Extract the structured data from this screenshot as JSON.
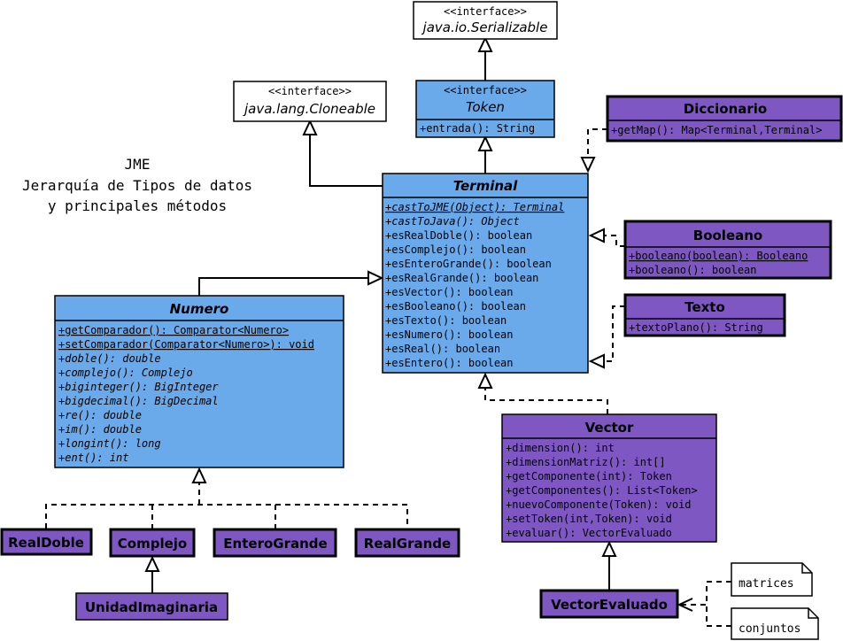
{
  "colors": {
    "blue": "#6aa9ea",
    "purple": "#7e57c2",
    "white": "#ffffff"
  },
  "title": {
    "line1": "JME",
    "line2": "Jerarquía de Tipos de datos",
    "line3": "y principales métodos"
  },
  "serializable": {
    "stereo": "<<interface>>",
    "name": "java.io.Serializable"
  },
  "cloneable": {
    "stereo": "<<interface>>",
    "name": "java.lang.Cloneable"
  },
  "token": {
    "stereo": "<<interface>>",
    "name": "Token",
    "methods": [
      "+entrada(): String"
    ]
  },
  "terminal": {
    "name": "Terminal",
    "methods": [
      "+castToJME(Object): Terminal",
      "+castToJava(): Object",
      "+esRealDoble(): boolean",
      "+esComplejo(): boolean",
      "+esEnteroGrande(): boolean",
      "+esRealGrande(): boolean",
      "+esVector(): boolean",
      "+esBooleano(): boolean",
      "+esTexto(): boolean",
      "+esNumero(): boolean",
      "+esReal(): boolean",
      "+esEntero(): boolean"
    ]
  },
  "numero": {
    "name": "Numero",
    "methods": [
      "+getComparador(): Comparator<Numero>",
      "+setComparador(Comparator<Numero>): void",
      "+doble(): double",
      "+complejo(): Complejo",
      "+biginteger(): BigInteger",
      "+bigdecimal(): BigDecimal",
      "+re(): double",
      "+im(): double",
      "+longint(): long",
      "+ent(): int"
    ]
  },
  "diccionario": {
    "name": "Diccionario",
    "methods": [
      "+getMap(): Map<Terminal,Terminal>"
    ]
  },
  "booleano": {
    "name": "Booleano",
    "methods": [
      "+booleano(boolean): Booleano",
      "+booleano(): boolean"
    ]
  },
  "texto": {
    "name": "Texto",
    "methods": [
      "+textoPlano(): String"
    ]
  },
  "vector": {
    "name": "Vector",
    "methods": [
      "+dimension(): int",
      "+dimensionMatriz(): int[]",
      "+getComponente(int): Token",
      "+getComponentes(): List<Token>",
      "+nuevoComponente(Token): void",
      "+setToken(int,Token): void",
      "+evaluar(): VectorEvaluado"
    ]
  },
  "subclasses": {
    "realdoble": "RealDoble",
    "complejo": "Complejo",
    "enterogrande": "EnteroGrande",
    "realgrande": "RealGrande",
    "unidadimaginaria": "UnidadImaginaria",
    "vectorevaluado": "VectorEvaluado"
  },
  "notes": {
    "matrices": "matrices",
    "conjuntos": "conjuntos"
  }
}
